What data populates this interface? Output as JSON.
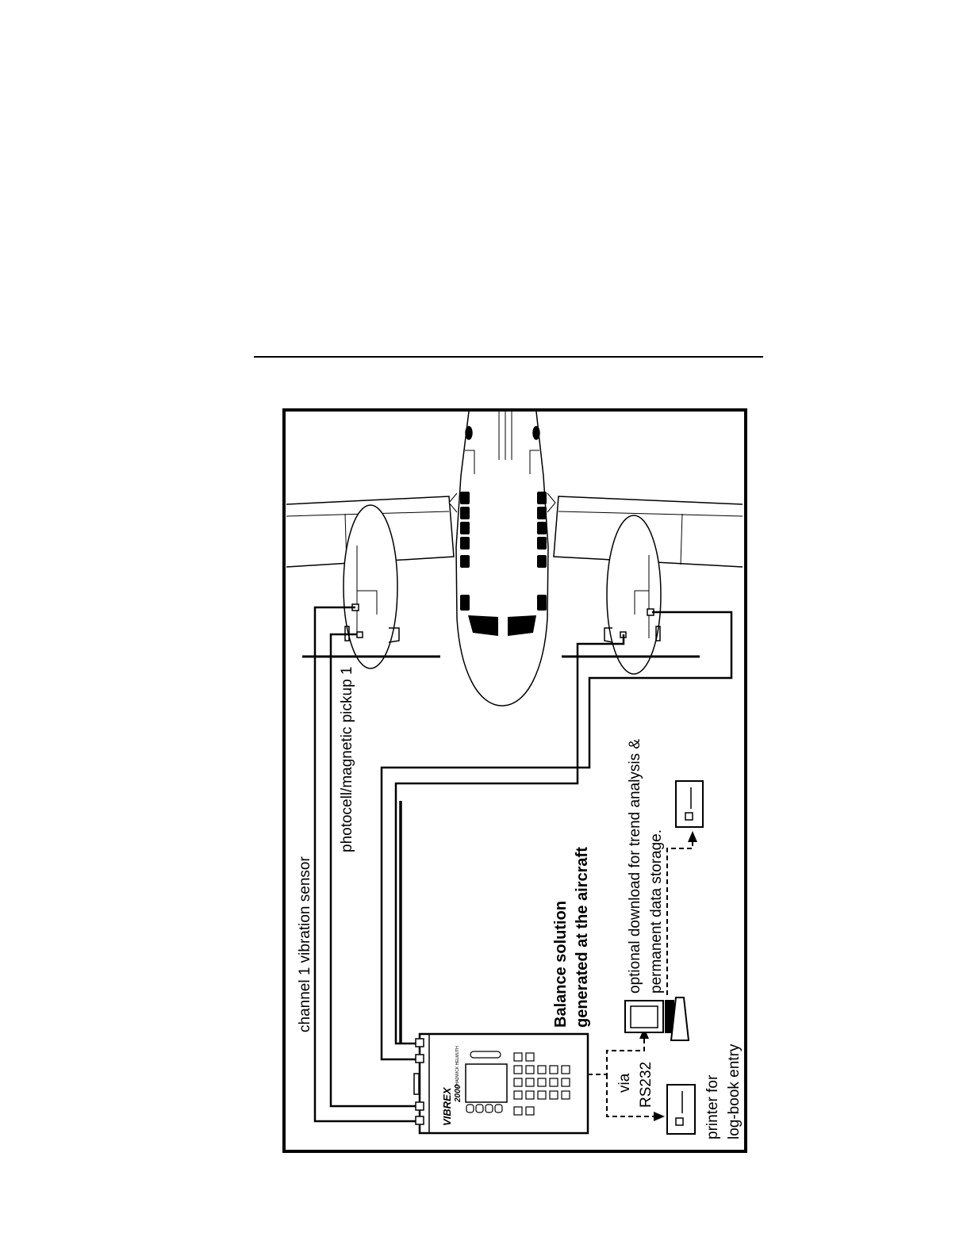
{
  "labels": {
    "vibration_sensor": "channel 1 vibration sensor",
    "photocell": "photocell/magnetic pickup 1",
    "balance_line1": "Balance solution",
    "balance_line2": "generated at the aircraft",
    "download_line1": "optional download for trend analysis &",
    "download_line2": "permanent data storage.",
    "via_line1": "via",
    "via_line2": "RS232",
    "printer_line1": "printer for",
    "printer_line2": "log-book entry"
  },
  "device": {
    "brand": "VIBREX",
    "model": "2000",
    "maker": "CHADWICK HELMUTH"
  },
  "icons": {
    "aircraft": "twin-prop-aircraft-top-view",
    "analyzer": "vibrex-2000-analyzer",
    "computer": "desktop-computer-icon",
    "printer": "printer-icon"
  },
  "colors": {
    "ink": "#000000",
    "paper": "#ffffff"
  }
}
